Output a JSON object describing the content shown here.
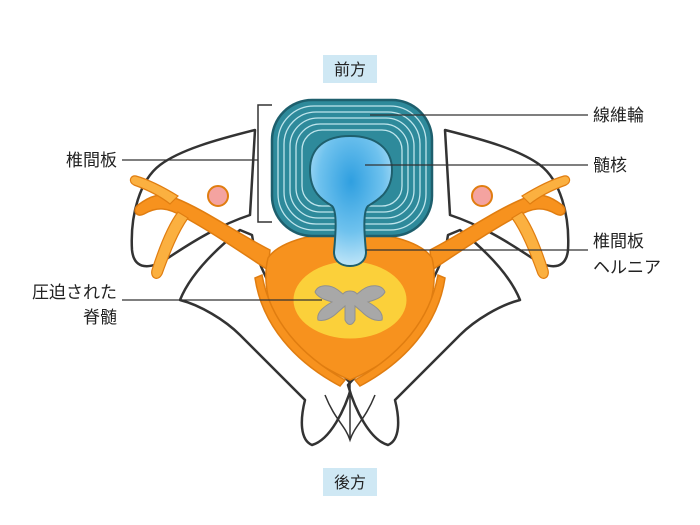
{
  "orientation": {
    "front": "前方",
    "back": "後方"
  },
  "labels": {
    "annulus_fibrosus": "線維輪",
    "nucleus_pulposus": "髄核",
    "disc_left": "椎間板",
    "herniation_line1": "椎間板",
    "herniation_line2": "ヘルニア",
    "compressed_line1": "圧迫された",
    "compressed_line2": "脊髄"
  },
  "colors": {
    "tag_background": "#cfe8f4",
    "annulus": "#2e8a9b",
    "nucleus": "#38a7e0",
    "nerve": "#f7921e",
    "cord": "#fbd03a",
    "grey_matter": "#a8a8a8",
    "ganglion": "#f4a3a0",
    "bone_outline": "#333333"
  }
}
